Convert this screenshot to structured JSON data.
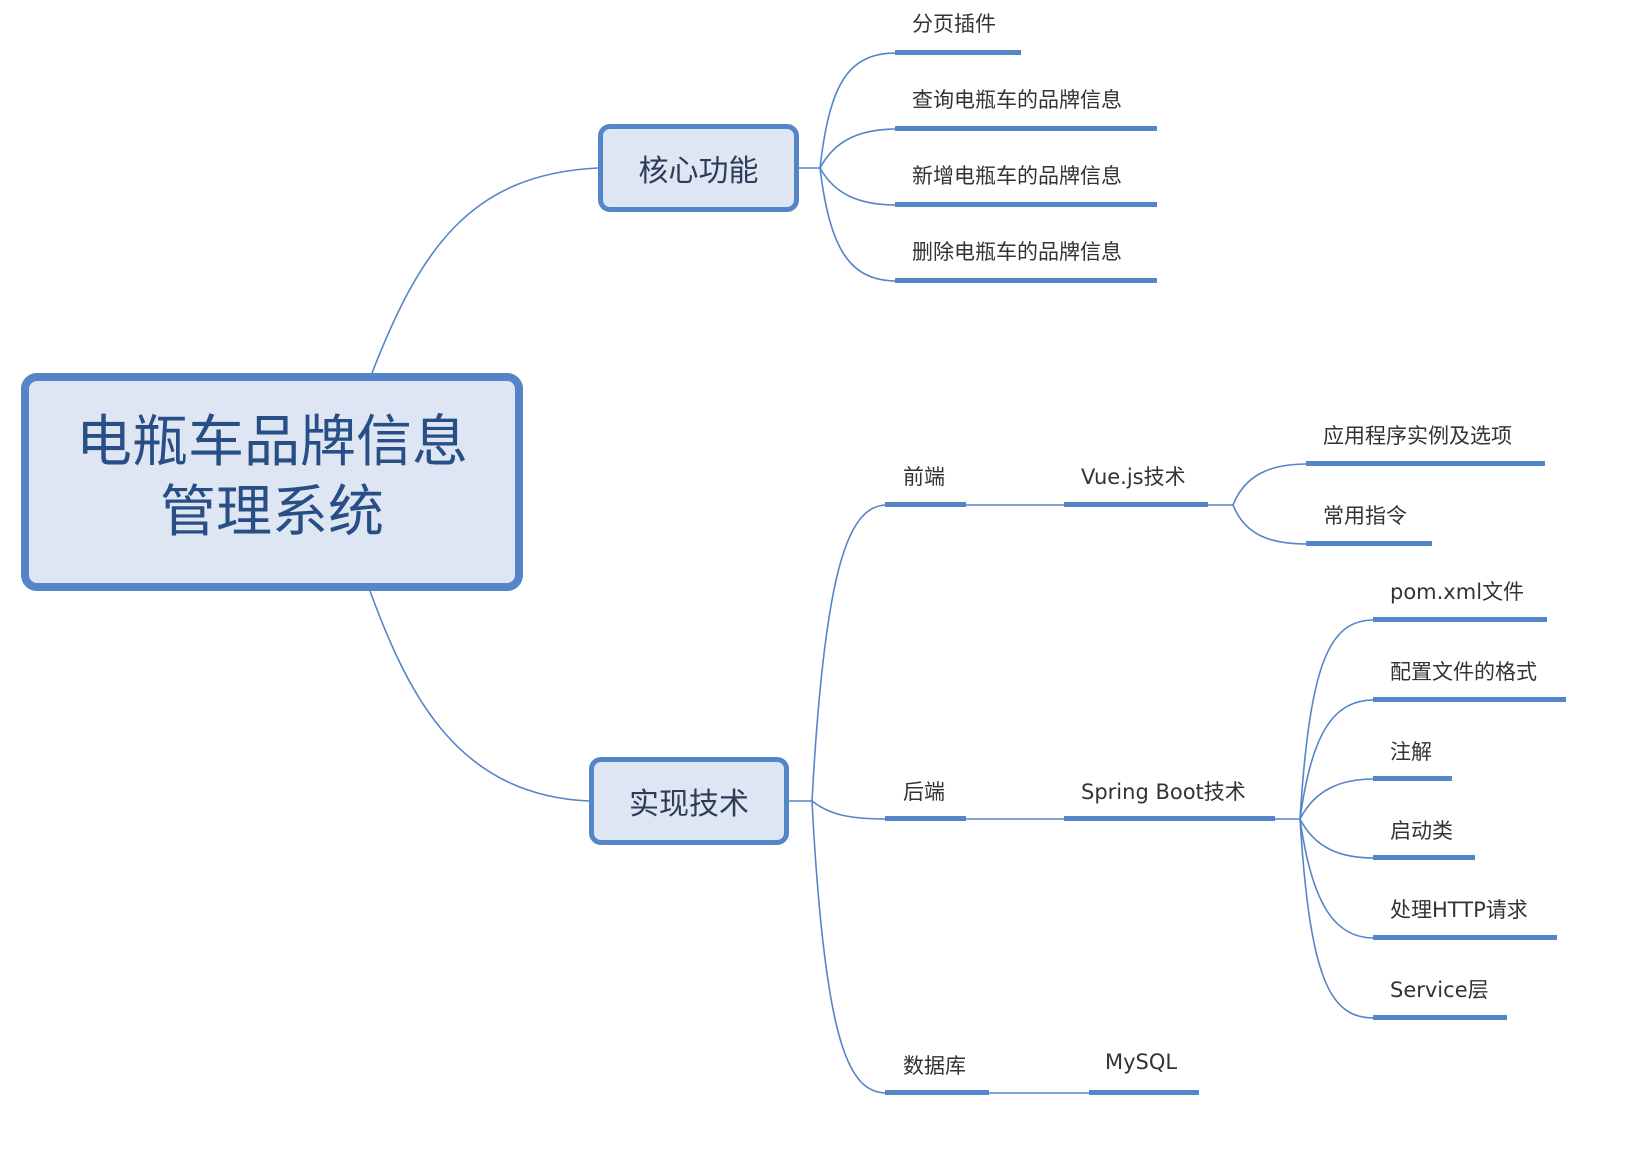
{
  "root": {
    "line1": "电瓶车品牌信息",
    "line2": "管理系统"
  },
  "branches": [
    {
      "label": "核心功能",
      "children": [
        {
          "label": "分页插件"
        },
        {
          "label": "查询电瓶车的品牌信息"
        },
        {
          "label": "新增电瓶车的品牌信息"
        },
        {
          "label": "删除电瓶车的品牌信息"
        }
      ]
    },
    {
      "label": "实现技术",
      "children": [
        {
          "label": "前端",
          "tech": "Vue.js技术",
          "items": [
            {
              "label": "应用程序实例及选项"
            },
            {
              "label": "常用指令"
            }
          ]
        },
        {
          "label": "后端",
          "tech": "Spring Boot技术",
          "items": [
            {
              "label": "pom.xml文件"
            },
            {
              "label": "配置文件的格式"
            },
            {
              "label": "注解"
            },
            {
              "label": "启动类"
            },
            {
              "label": "处理HTTP请求"
            },
            {
              "label": "Service层"
            }
          ]
        },
        {
          "label": "数据库",
          "tech": "MySQL",
          "items": []
        }
      ]
    }
  ],
  "colors": {
    "line": "#5585c9",
    "box_fill": "#dde6f2",
    "root_text": "#284e86",
    "text": "#333333"
  }
}
